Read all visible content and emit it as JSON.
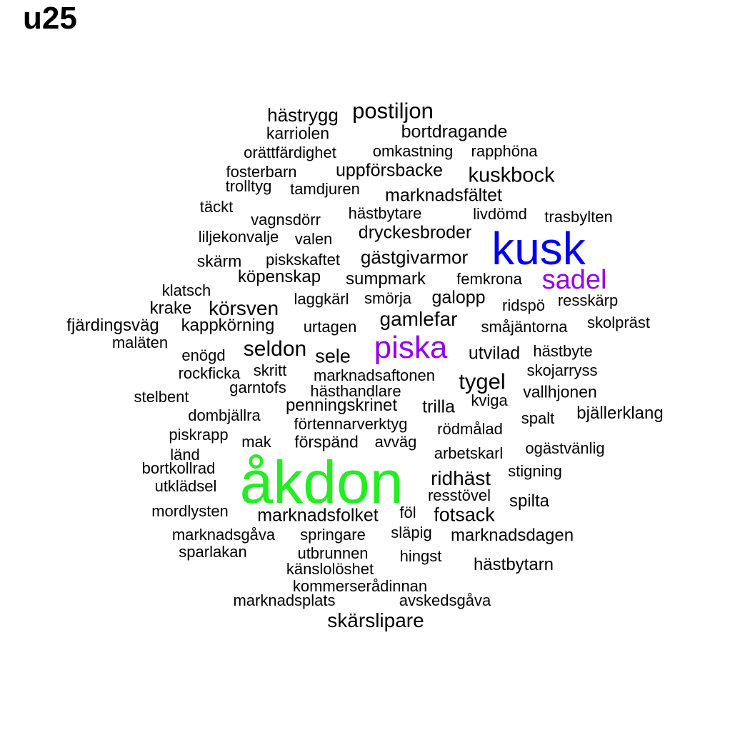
{
  "title": "u25",
  "colors": {
    "default": "#000000",
    "purple": "#9400ea",
    "blue": "#0000ee",
    "green": "#22ee22"
  },
  "words": [
    {
      "text": "hästrygg",
      "color": "default"
    },
    {
      "text": "postiljon",
      "color": "default"
    },
    {
      "text": "karriolen",
      "color": "default"
    },
    {
      "text": "bortdragande",
      "color": "default"
    },
    {
      "text": "orättfärdighet",
      "color": "default"
    },
    {
      "text": "omkastning",
      "color": "default"
    },
    {
      "text": "rapphöna",
      "color": "default"
    },
    {
      "text": "fosterbarn",
      "color": "default"
    },
    {
      "text": "uppförsbacke",
      "color": "default"
    },
    {
      "text": "kuskbock",
      "color": "default"
    },
    {
      "text": "trolltyg",
      "color": "default"
    },
    {
      "text": "tamdjuren",
      "color": "default"
    },
    {
      "text": "marknadsfältet",
      "color": "default"
    },
    {
      "text": "täckt",
      "color": "default"
    },
    {
      "text": "hästbytare",
      "color": "default"
    },
    {
      "text": "livdömd",
      "color": "default"
    },
    {
      "text": "vagnsdörr",
      "color": "default"
    },
    {
      "text": "trasbylten",
      "color": "default"
    },
    {
      "text": "liljekonvalje",
      "color": "default"
    },
    {
      "text": "valen",
      "color": "default"
    },
    {
      "text": "dryckesbroder",
      "color": "default"
    },
    {
      "text": "kusk",
      "color": "blue"
    },
    {
      "text": "skärm",
      "color": "default"
    },
    {
      "text": "piskskaftet",
      "color": "default"
    },
    {
      "text": "gästgivarmor",
      "color": "default"
    },
    {
      "text": "köpenskap",
      "color": "default"
    },
    {
      "text": "sumpmark",
      "color": "default"
    },
    {
      "text": "femkrona",
      "color": "default"
    },
    {
      "text": "sadel",
      "color": "purple"
    },
    {
      "text": "klatsch",
      "color": "default"
    },
    {
      "text": "laggkärl",
      "color": "default"
    },
    {
      "text": "smörja",
      "color": "default"
    },
    {
      "text": "galopp",
      "color": "default"
    },
    {
      "text": "resskärp",
      "color": "default"
    },
    {
      "text": "krake",
      "color": "default"
    },
    {
      "text": "körsven",
      "color": "default"
    },
    {
      "text": "ridspö",
      "color": "default"
    },
    {
      "text": "gamlefar",
      "color": "default"
    },
    {
      "text": "fjärdingsväg",
      "color": "default"
    },
    {
      "text": "kappkörning",
      "color": "default"
    },
    {
      "text": "urtagen",
      "color": "default"
    },
    {
      "text": "småjäntorna",
      "color": "default"
    },
    {
      "text": "skolpräst",
      "color": "default"
    },
    {
      "text": "maläten",
      "color": "default"
    },
    {
      "text": "piska",
      "color": "purple"
    },
    {
      "text": "seldon",
      "color": "default"
    },
    {
      "text": "enögd",
      "color": "default"
    },
    {
      "text": "sele",
      "color": "default"
    },
    {
      "text": "utvilad",
      "color": "default"
    },
    {
      "text": "hästbyte",
      "color": "default"
    },
    {
      "text": "rockficka",
      "color": "default"
    },
    {
      "text": "skritt",
      "color": "default"
    },
    {
      "text": "marknadsaftonen",
      "color": "default"
    },
    {
      "text": "skojarryss",
      "color": "default"
    },
    {
      "text": "tygel",
      "color": "default"
    },
    {
      "text": "garntofs",
      "color": "default"
    },
    {
      "text": "hästhandlare",
      "color": "default"
    },
    {
      "text": "vallhjonen",
      "color": "default"
    },
    {
      "text": "stelbent",
      "color": "default"
    },
    {
      "text": "kviga",
      "color": "default"
    },
    {
      "text": "penningskrinet",
      "color": "default"
    },
    {
      "text": "trilla",
      "color": "default"
    },
    {
      "text": "dombjällra",
      "color": "default"
    },
    {
      "text": "bjällerklang",
      "color": "default"
    },
    {
      "text": "spalt",
      "color": "default"
    },
    {
      "text": "förtennarverktyg",
      "color": "default"
    },
    {
      "text": "piskrapp",
      "color": "default"
    },
    {
      "text": "rödmålad",
      "color": "default"
    },
    {
      "text": "mak",
      "color": "default"
    },
    {
      "text": "förspänd",
      "color": "default"
    },
    {
      "text": "avväg",
      "color": "default"
    },
    {
      "text": "ogästvänlig",
      "color": "default"
    },
    {
      "text": "länd",
      "color": "default"
    },
    {
      "text": "arbetskarl",
      "color": "default"
    },
    {
      "text": "bortkollrad",
      "color": "default"
    },
    {
      "text": "stigning",
      "color": "default"
    },
    {
      "text": "åkdon",
      "color": "green"
    },
    {
      "text": "ridhäst",
      "color": "default"
    },
    {
      "text": "utklädsel",
      "color": "default"
    },
    {
      "text": "resstövel",
      "color": "default"
    },
    {
      "text": "spilta",
      "color": "default"
    },
    {
      "text": "mordlysten",
      "color": "default"
    },
    {
      "text": "marknadsfolket",
      "color": "default"
    },
    {
      "text": "föl",
      "color": "default"
    },
    {
      "text": "fotsack",
      "color": "default"
    },
    {
      "text": "marknadsgåva",
      "color": "default"
    },
    {
      "text": "springare",
      "color": "default"
    },
    {
      "text": "släpig",
      "color": "default"
    },
    {
      "text": "marknadsdagen",
      "color": "default"
    },
    {
      "text": "sparlakan",
      "color": "default"
    },
    {
      "text": "utbrunnen",
      "color": "default"
    },
    {
      "text": "hingst",
      "color": "default"
    },
    {
      "text": "hästbytarn",
      "color": "default"
    },
    {
      "text": "känslolöshet",
      "color": "default"
    },
    {
      "text": "kommerserådinnan",
      "color": "default"
    },
    {
      "text": "marknadsplats",
      "color": "default"
    },
    {
      "text": "avskedsgåva",
      "color": "default"
    },
    {
      "text": "skärslipare",
      "color": "default"
    }
  ]
}
